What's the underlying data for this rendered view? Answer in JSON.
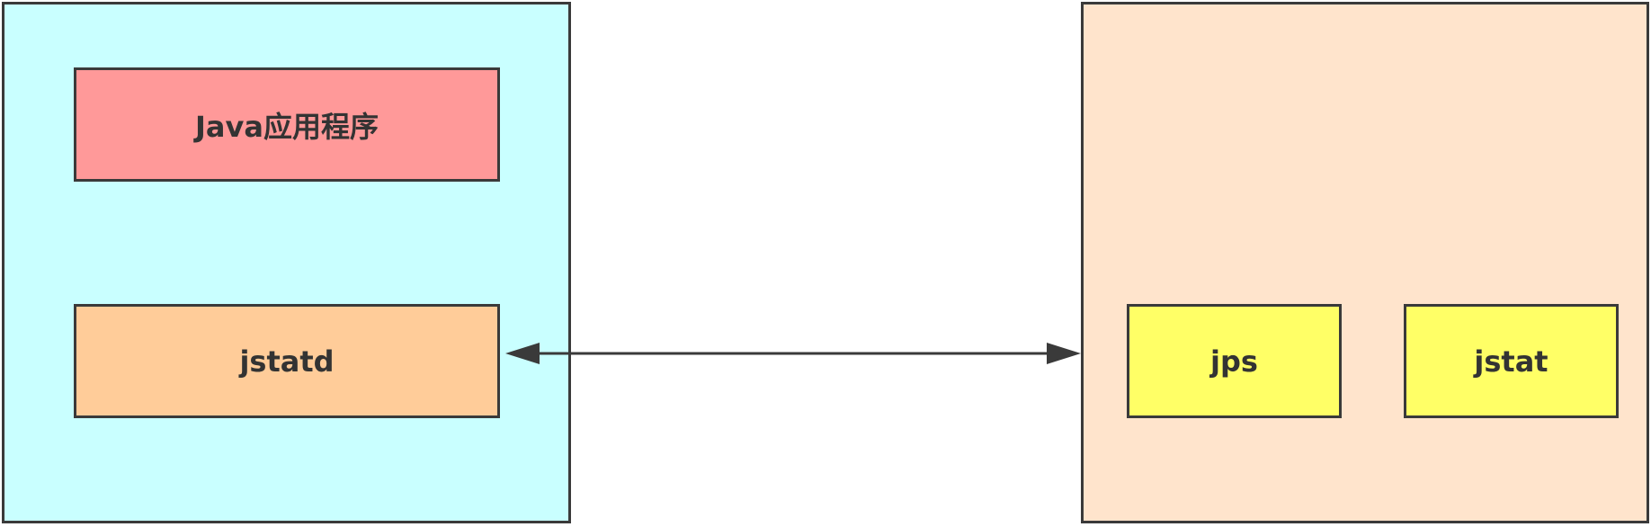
{
  "diagram": {
    "containers": [
      {
        "id": "host-left",
        "color": "#c9ffff"
      },
      {
        "id": "host-right",
        "color": "#ffe4cc"
      }
    ],
    "nodes": [
      {
        "id": "node-java-app",
        "label": "Java应用程序",
        "color": "#ff9999"
      },
      {
        "id": "node-jstatd",
        "label": "jstatd",
        "color": "#ffcc99"
      },
      {
        "id": "node-jps",
        "label": "jps",
        "color": "#ffff66"
      },
      {
        "id": "node-jstat",
        "label": "jstat",
        "color": "#ffff66"
      }
    ],
    "edges": [
      {
        "from": "node-jstatd",
        "to": "host-right",
        "direction": "bidirectional"
      }
    ],
    "border_color": "#3a3a3a"
  }
}
